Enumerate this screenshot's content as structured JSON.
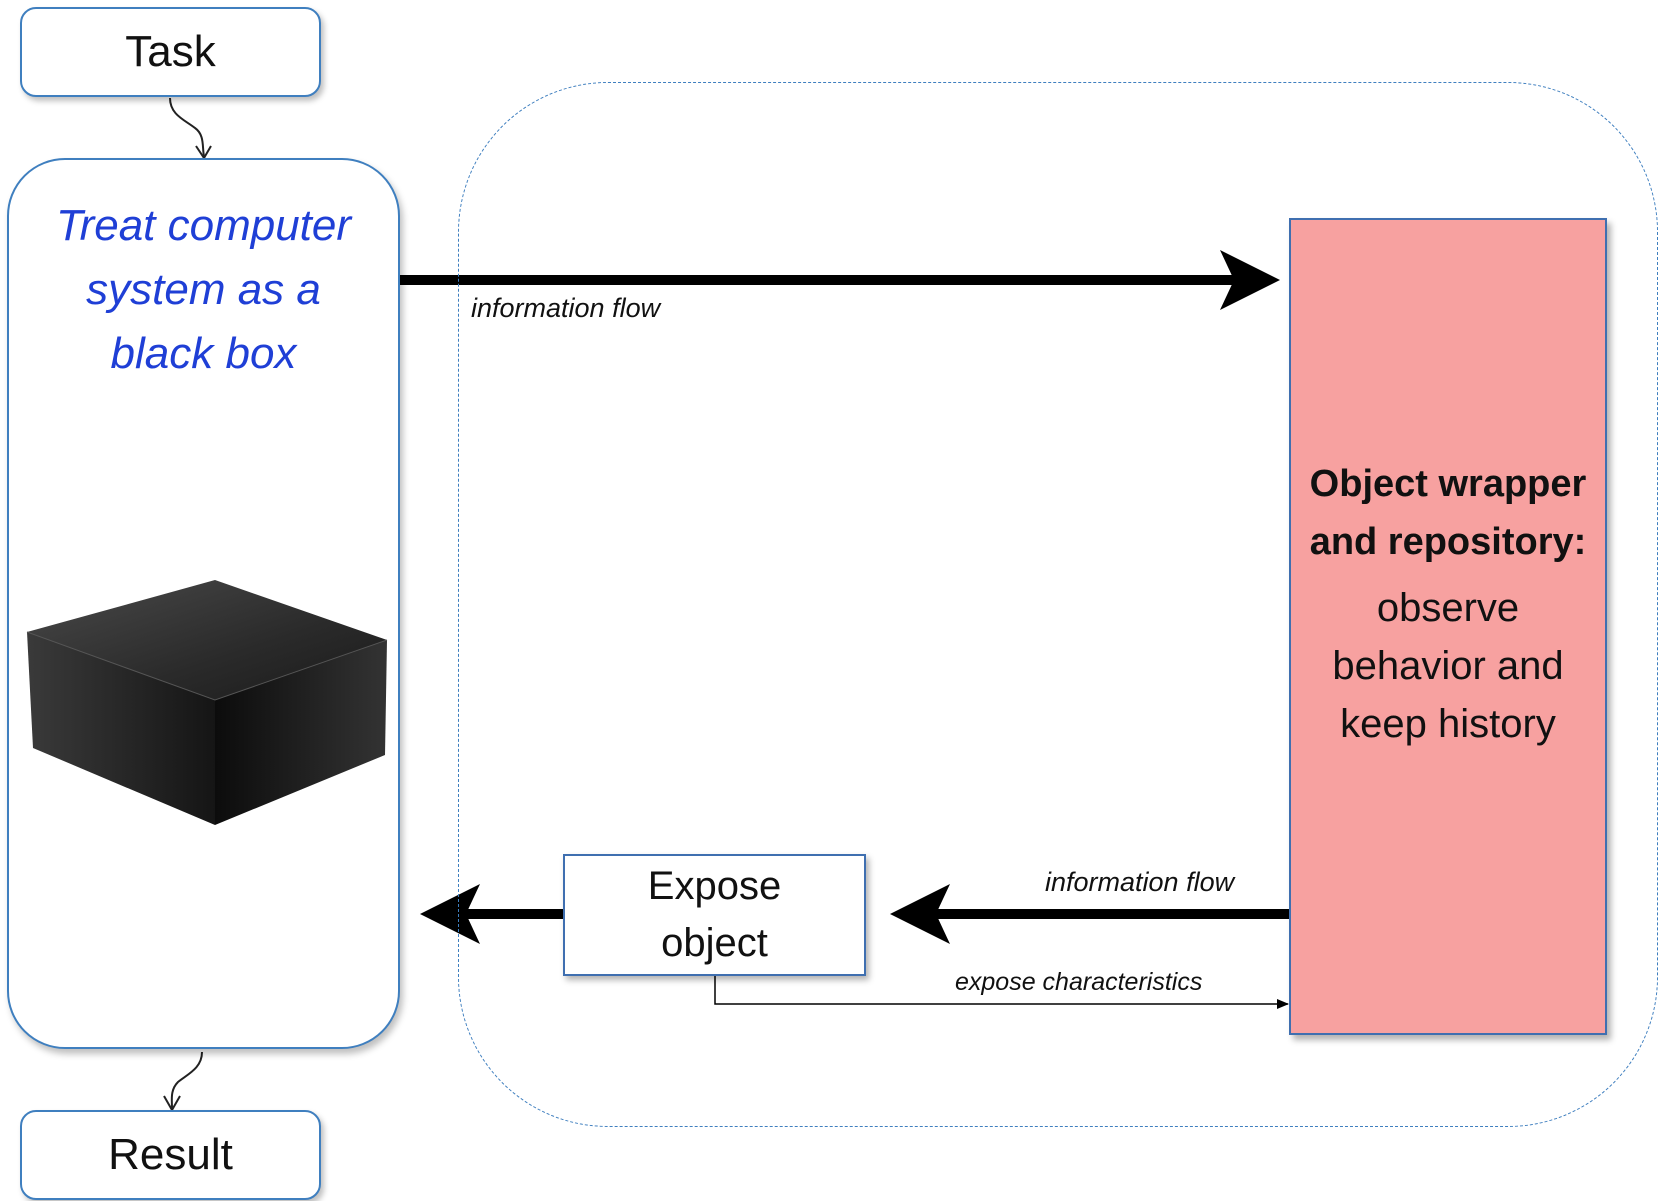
{
  "task": {
    "label": "Task"
  },
  "result": {
    "label": "Result"
  },
  "system": {
    "title": "Treat computer system as a black box",
    "image": "black-box-image"
  },
  "repository": {
    "title": "Object wrapper and repository:",
    "description": "observe behavior and keep history",
    "fill_color": "#f7a1a0"
  },
  "expose": {
    "label": "Expose object"
  },
  "flows": {
    "top_label": "information flow",
    "bottom_label": "information flow",
    "expose_label": "expose characteristics"
  },
  "colors": {
    "accent": "#3f7fbf",
    "system_title": "#1f3fd6"
  }
}
